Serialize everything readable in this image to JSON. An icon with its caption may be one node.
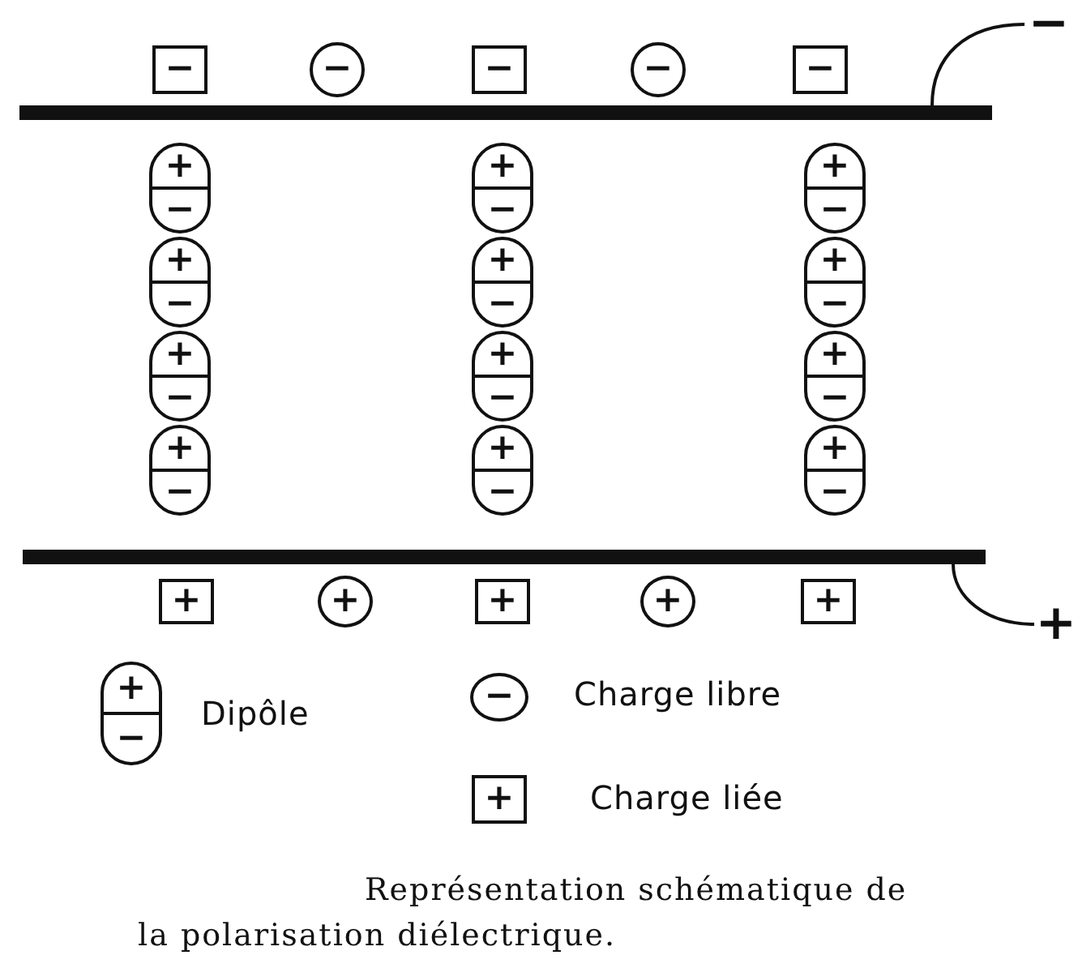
{
  "diagram": {
    "caption": "Représentation schématique de la polarisation diélectrique.",
    "nodes": [
      {
        "text": [
          "−"
        ]
      },
      {
        "text": [
          "−"
        ]
      },
      {
        "text": [
          "−"
        ]
      },
      {
        "text": [
          "−"
        ]
      },
      {
        "text": [
          "−"
        ]
      },
      {
        "text": [
          "−"
        ]
      },
      {
        "text": [],
        "shape": "bar"
      },
      {
        "text": [
          "+",
          "−"
        ]
      },
      {
        "text": [
          "+",
          "−"
        ]
      },
      {
        "text": [
          "+",
          "−"
        ]
      },
      {
        "text": [
          "+",
          "−"
        ]
      },
      {
        "text": [
          "+",
          "−"
        ]
      },
      {
        "text": [
          "+",
          "−"
        ]
      },
      {
        "text": [
          "+",
          "−"
        ]
      },
      {
        "text": [
          "+",
          "−"
        ]
      },
      {
        "text": [
          "+",
          "−"
        ]
      },
      {
        "text": [
          "+",
          "−"
        ]
      },
      {
        "text": [
          "+",
          "−"
        ]
      },
      {
        "text": [
          "+",
          "−"
        ]
      },
      {
        "text": [],
        "shape": "bar"
      },
      {
        "text": [
          "+"
        ]
      },
      {
        "text": [
          "+"
        ]
      },
      {
        "text": [
          "+"
        ]
      },
      {
        "text": [
          "+"
        ]
      },
      {
        "text": [
          "+"
        ]
      },
      {
        "text": [
          "+"
        ]
      },
      {
        "text": [
          "+",
          "−"
        ],
        "beside": [
          "Dipôle"
        ]
      },
      {
        "text": [
          "−"
        ],
        "beside": [
          "Charge libre"
        ]
      },
      {
        "text": [
          "+"
        ],
        "beside": [
          "Charge liée"
        ]
      }
    ],
    "edges": [
      {
        "from": 6,
        "to": 0,
        "arrow": "none"
      },
      {
        "from": 19,
        "to": 25,
        "arrow": "none"
      }
    ]
  }
}
